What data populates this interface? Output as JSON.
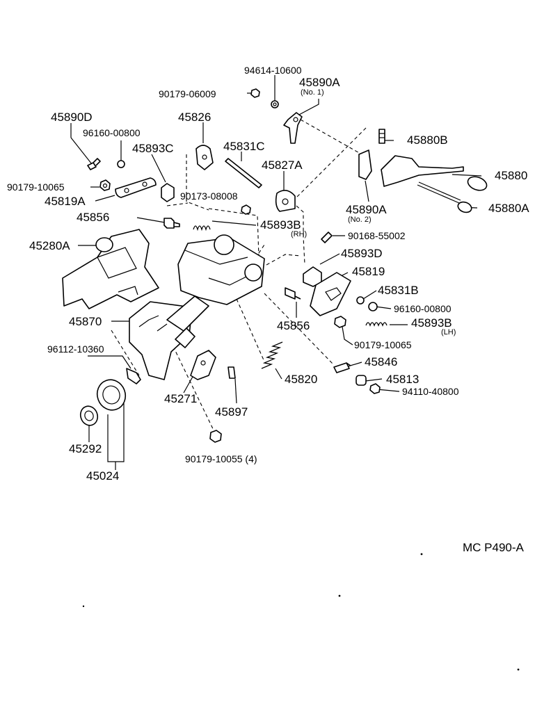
{
  "diagram_code": "MC P490-A",
  "parts": {
    "p94614_10600": "94614-10600",
    "p45890A_1": "45890A",
    "p45890A_1_note": "(No. 1)",
    "p90179_06009": "90179-06009",
    "p45890D": "45890D",
    "p96160_00800_a": "96160-00800",
    "p45826": "45826",
    "p45893C": "45893C",
    "p45831C": "45831C",
    "p45880B": "45880B",
    "p45827A": "45827A",
    "p45880": "45880",
    "p90179_10065_a": "90179-10065",
    "p90173_08008": "90173-08008",
    "p45819A": "45819A",
    "p45890A_2": "45890A",
    "p45890A_2_note": "(No. 2)",
    "p45880A": "45880A",
    "p45856_a": "45856",
    "p45893B_rh": "45893B",
    "p45893B_rh_note": "(RH)",
    "p90168_55002": "90168-55002",
    "p45280A": "45280A",
    "p45893D": "45893D",
    "p45819": "45819",
    "p45831B": "45831B",
    "p96160_00800_b": "96160-00800",
    "p45856_b": "45856",
    "p45870": "45870",
    "p45893B_lh": "45893B",
    "p45893B_lh_note": "(LH)",
    "p90179_10065_b": "90179-10065",
    "p96112_10360": "96112-10360",
    "p45846": "45846",
    "p45820": "45820",
    "p45813": "45813",
    "p94110_40800": "94110-40800",
    "p45271": "45271",
    "p45897": "45897",
    "p45292": "45292",
    "p90179_10055": "90179-10055 (4)",
    "p45024": "45024"
  }
}
